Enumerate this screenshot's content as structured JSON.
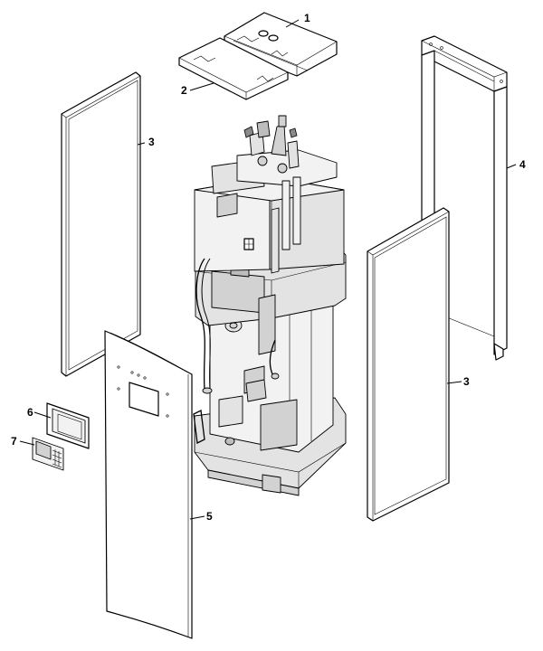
{
  "callouts": [
    {
      "id": "1",
      "label": "1"
    },
    {
      "id": "2",
      "label": "2"
    },
    {
      "id": "3a",
      "label": "3"
    },
    {
      "id": "4",
      "label": "4"
    },
    {
      "id": "3b",
      "label": "3"
    },
    {
      "id": "5",
      "label": "5"
    },
    {
      "id": "6",
      "label": "6"
    },
    {
      "id": "7",
      "label": "7"
    }
  ]
}
